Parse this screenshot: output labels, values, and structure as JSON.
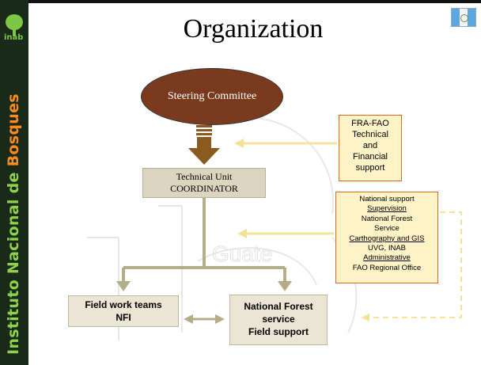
{
  "title": "Organization",
  "sidebar": {
    "text_part1": "Instituto Nacional de ",
    "text_part2": "Bosques",
    "logo_text": "inab"
  },
  "watermark": {
    "text": "Guate"
  },
  "steering": {
    "label": "Steering Committee"
  },
  "technical_unit": {
    "line1": "Technical Unit",
    "line2": "COORDINATOR"
  },
  "fra_box": {
    "lines": [
      "FRA-FAO",
      "Technical",
      "and",
      "Financial",
      "support"
    ]
  },
  "national_support": {
    "lines": [
      {
        "text": "National support",
        "underline": false
      },
      {
        "text": "Supervision",
        "underline": true
      },
      {
        "text": "National Forest",
        "underline": false
      },
      {
        "text": "Service",
        "underline": false
      },
      {
        "text": "Carthography and GIS",
        "underline": true
      },
      {
        "text": "UVG, INAB",
        "underline": false
      },
      {
        "text": "Administrative",
        "underline": true
      },
      {
        "text": "FAO Regional Office",
        "underline": false
      }
    ]
  },
  "field_teams": {
    "line1": "Field work teams",
    "line2": "NFI"
  },
  "national_forest": {
    "line1": "National Forest",
    "line2": "service",
    "line3": "Field support"
  },
  "colors": {
    "sidebar_bg": "#1a2a1a",
    "sidebar_green": "#8ed14a",
    "sidebar_orange": "#ff8a1f",
    "steering_fill": "#7a3a1e",
    "arrow_brown": "#8a5a1e",
    "connector_olive": "#b3ad8a",
    "support_arrow": "#f3e39a",
    "box_border_orange": "#d96b20"
  }
}
